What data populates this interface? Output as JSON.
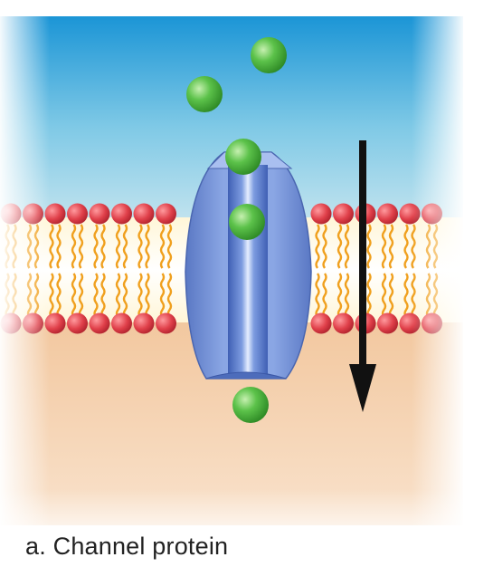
{
  "caption": "a. Channel protein",
  "diagram": {
    "subject": "channel protein in a phospholipid bilayer",
    "molecules_above_membrane": 2,
    "molecules_in_channel": 2,
    "molecules_below_membrane": 1,
    "arrow_direction": "down",
    "colors": {
      "extracellular_fluid": "#2a9fd8",
      "cytoplasm": "#f5d7b8",
      "phospholipid_head": "#e0404a",
      "lipid_tail": "#f0a01e",
      "channel_protein": "#6f8fd6",
      "molecule": "#4fb640",
      "arrow": "#111111"
    }
  }
}
